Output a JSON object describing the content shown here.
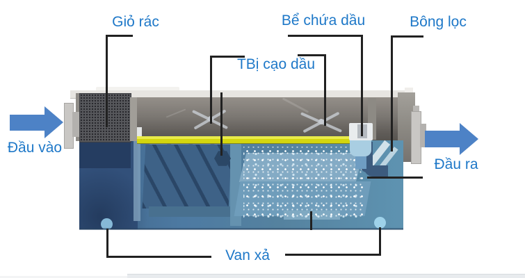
{
  "diagram": {
    "type": "oil-separator-tank-cutaway",
    "labels": {
      "gio_rac": "Giỏ rác",
      "tbi_cao_dau": "TBị cạo dầu",
      "be_chua_dau": "Bể chứa dầu",
      "bong_loc": "Bông lọc",
      "dau_vao": "Đầu vào",
      "dau_ra": "Đầu ra",
      "van_xa": "Van xả"
    },
    "colors": {
      "label_text": "#1e78c8",
      "arrow": "#4d82c6",
      "oil_layer": "#d5d70f",
      "water_left_chamber": "#32507a",
      "water_main": "#4d7aa2",
      "water_right": "#5e93b1",
      "tank_body_grey": "#7c7873",
      "callout_line": "#212121"
    },
    "icons": {
      "inlet_arrow": "arrow-right",
      "outlet_arrow": "arrow-right"
    }
  }
}
